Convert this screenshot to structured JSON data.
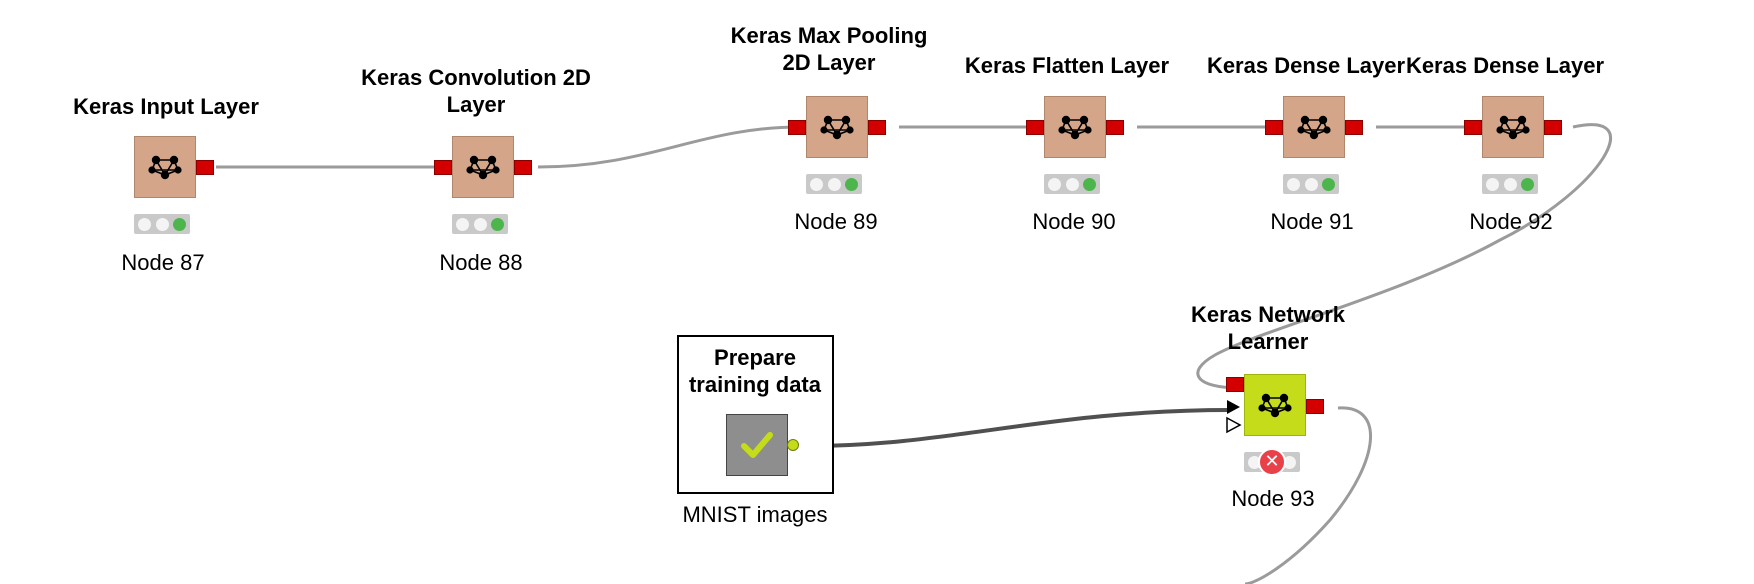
{
  "colors": {
    "keras_node": "#d4a589",
    "learner_node": "#c4dc1a",
    "port_red": "#d40000",
    "status_green": "#4cb64c",
    "status_error": "#e8414a",
    "connection": "#9b9b9b",
    "data_connection": "#505050"
  },
  "nodes": [
    {
      "title": "Keras Input Layer",
      "label": "Node 87",
      "status": "executed",
      "icon": "neural-network-icon"
    },
    {
      "title": "Keras Convolution 2D Layer",
      "label": "Node 88",
      "status": "executed",
      "icon": "neural-network-icon"
    },
    {
      "title": "Keras Max Pooling 2D Layer",
      "label": "Node 89",
      "status": "executed",
      "icon": "neural-network-icon"
    },
    {
      "title": "Keras Flatten Layer",
      "label": "Node 90",
      "status": "executed",
      "icon": "neural-network-icon"
    },
    {
      "title": "Keras Dense Layer",
      "label": "Node 91",
      "status": "executed",
      "icon": "neural-network-icon"
    },
    {
      "title": "Keras Dense Layer",
      "label": "Node 92",
      "status": "executed",
      "icon": "neural-network-icon"
    },
    {
      "title": "Keras Network Learner",
      "label": "Node 93",
      "status": "error",
      "icon": "neural-network-icon"
    }
  ],
  "metanode": {
    "title": "Prepare training data",
    "label": "MNIST images",
    "icon": "checkmark-icon"
  }
}
